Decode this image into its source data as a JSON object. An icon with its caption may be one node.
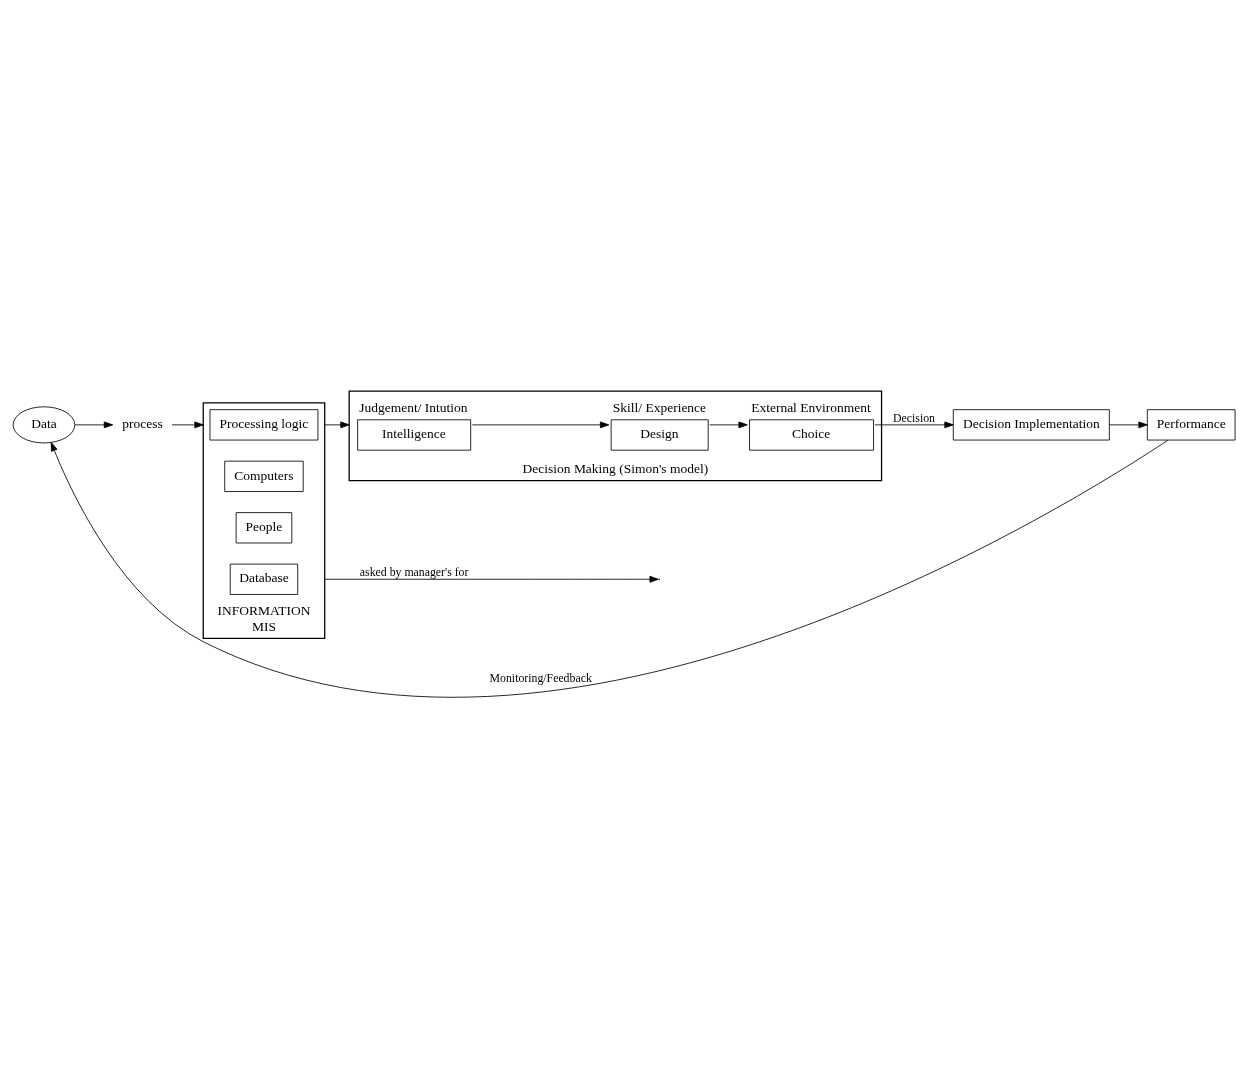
{
  "diagram": {
    "nodes": [
      {
        "text": [
          "Data"
        ]
      },
      {
        "text": [
          "process"
        ]
      },
      {
        "text": [
          "INFORMATION",
          "MIS"
        ]
      },
      {
        "text": [
          "Processing logic"
        ],
        "in": 2
      },
      {
        "text": [
          "Computers"
        ],
        "in": 2
      },
      {
        "text": [
          "People"
        ],
        "in": 2
      },
      {
        "text": [
          "Database"
        ],
        "in": 2
      },
      {
        "text": [
          "Decision Making (Simon's model)"
        ]
      },
      {
        "text": [
          "Intelligence"
        ],
        "in": 7,
        "beside": [
          "Judgement/ Intution"
        ]
      },
      {
        "text": [
          "Design"
        ],
        "in": 7,
        "beside": [
          "Skill/ Experience"
        ]
      },
      {
        "text": [
          "Choice"
        ],
        "in": 7,
        "beside": [
          "External Environment"
        ]
      },
      {
        "text": [
          "Decision Implementation"
        ]
      },
      {
        "text": [
          "Performance"
        ]
      }
    ],
    "edges": [
      {
        "from": 0,
        "to": 1,
        "arrow": "to"
      },
      {
        "from": 1,
        "to": 2,
        "arrow": "to"
      },
      {
        "from": 2,
        "to": 7,
        "arrow": "to"
      },
      {
        "from": 2,
        "to": null,
        "arrow": "to",
        "label": "asked by manager's for"
      },
      {
        "from": 8,
        "to": 9,
        "arrow": "to"
      },
      {
        "from": 9,
        "to": 10,
        "arrow": "to"
      },
      {
        "from": 10,
        "to": 11,
        "arrow": "to",
        "label": "Decision"
      },
      {
        "from": 11,
        "to": 12,
        "arrow": "to"
      },
      {
        "from": 12,
        "to": 0,
        "arrow": "to",
        "label": "Monitoring/Feedback"
      }
    ]
  }
}
